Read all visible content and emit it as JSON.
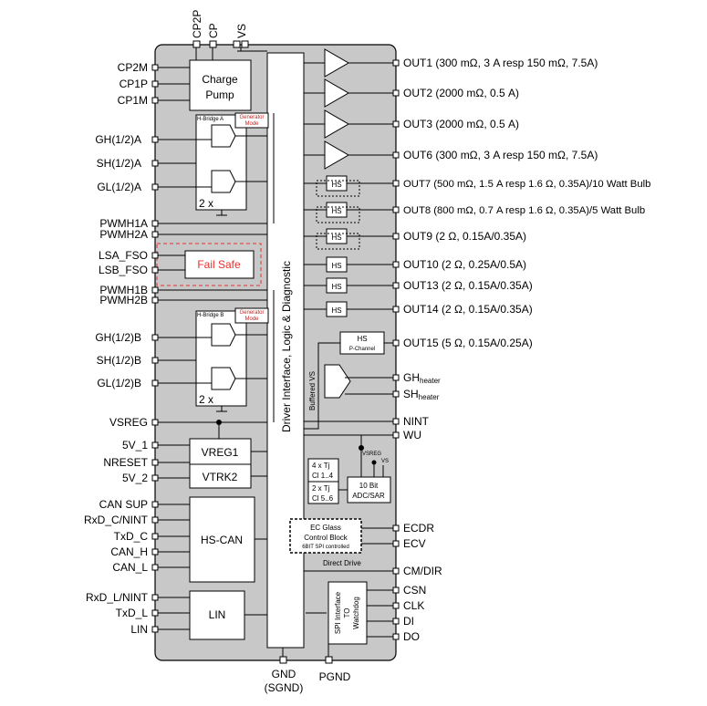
{
  "colors": {
    "chip": "#c8c8c8",
    "failsafe": "#e53030",
    "generator": "#cc2020",
    "line": "#000000"
  },
  "top_pins": [
    "CP2P",
    "CP",
    "VS"
  ],
  "left_pins": [
    "CP2M",
    "CP1P",
    "CP1M",
    "GH(1/2)A",
    "SH(1/2)A",
    "GL(1/2)A",
    "PWMH1A",
    "PWMH2A",
    "LSA_FSO",
    "LSB_FSO",
    "PWMH1B",
    "PWMH2B",
    "GH(1/2)B",
    "SH(1/2)B",
    "GL(1/2)B",
    "VSREG",
    "5V_1",
    "NRESET",
    "5V_2",
    "CAN SUP",
    "RxD_C/NINT",
    "TxD_C",
    "CAN_H",
    "CAN_L",
    "RxD_L/NINT",
    "TxD_L",
    "LIN"
  ],
  "right_pins": [
    "OUT1 (300 mΩ, 3 A resp 150 mΩ, 7.5A)",
    "OUT2 (2000 mΩ, 0.5 A)",
    "OUT3 (2000 mΩ, 0.5 A)",
    "OUT6 (300 mΩ, 3 A resp 150 mΩ, 7.5A)",
    "OUT7 (500 mΩ, 1.5 A resp 1.6 Ω, 0.35A)/10 Watt Bulb",
    "OUT8 (800 mΩ, 0.7 A resp 1.6 Ω, 0.35A)/5 Watt Bulb",
    "OUT9 (2 Ω, 0.15A/0.35A)",
    "OUT10 (2 Ω, 0.25A/0.5A)",
    "OUT13 (2 Ω, 0.15A/0.35A)",
    "OUT14 (2 Ω, 0.15A/0.35A)",
    "OUT15 (5 Ω, 0.15A/0.25A)",
    "GH",
    "SH",
    "NINT",
    "WU",
    "ECDR",
    "ECV",
    "CM/DIR",
    "CSN",
    "CLK",
    "DI",
    "DO"
  ],
  "pin_subscripts": {
    "heater": "heater"
  },
  "bottom_pins": {
    "gnd": "GND",
    "sgnd": "(SGND)",
    "pgnd": "PGND"
  },
  "blocks": {
    "charge_pump": [
      "Charge",
      "Pump"
    ],
    "driver_interface": "Driver Interface, Logic & Diagnostic",
    "hbridge_a": "H-Bridge A",
    "hbridge_b": "H-Bridge B",
    "generator_mode": [
      "Generator",
      "Mode"
    ],
    "two_x": "2 x",
    "fail_safe": "Fail Safe",
    "vreg1": "VREG1",
    "vtrk2": "VTRK2",
    "hs_can": "HS-CAN",
    "lin": "LIN",
    "hs": "HS",
    "hs_pchannel": [
      "HS",
      "P-Channel"
    ],
    "buffered_vs": "Buffered VS",
    "tj_a": [
      "4 x Tj",
      "Cl 1..4"
    ],
    "tj_b": [
      "2 x Tj",
      "Cl 5..6"
    ],
    "adc": [
      "10 Bit",
      "ADC/SAR"
    ],
    "adc_vsreg": "VSREG",
    "adc_vs": "VS",
    "ec_glass": [
      "EC Glass",
      "Control Block",
      "6BIT SPI controlled"
    ],
    "direct_drive": "Direct Drive",
    "spi": [
      "SPI Interface",
      "TO",
      "Watchdog"
    ]
  }
}
